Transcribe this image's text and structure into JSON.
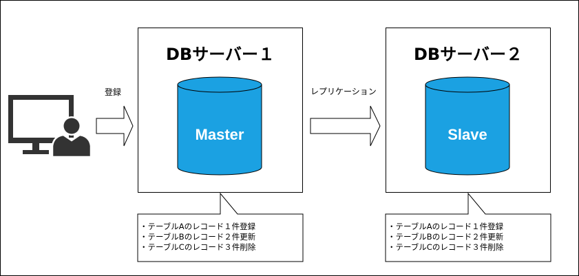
{
  "servers": [
    {
      "title": "DBサーバー１",
      "db_label": "Master"
    },
    {
      "title": "DBサーバー２",
      "db_label": "Slave"
    }
  ],
  "arrows": {
    "register_label": "登録",
    "replication_label": "レプリケーション"
  },
  "notes": [
    {
      "lines": [
        "・テーブルAのレコード１件登録",
        "・テーブルBのレコード２件更新",
        "・テーブルCのレコード３件削除"
      ]
    },
    {
      "lines": [
        "・テーブルAのレコード１件登録",
        "・テーブルBのレコード２件更新",
        "・テーブルCのレコード３件削除"
      ]
    }
  ],
  "colors": {
    "db_fill": "#1ba1e2",
    "db_stroke": "#000000",
    "user_icon": "#333333"
  },
  "icons": [
    "user-computer-icon",
    "arrow-right-icon"
  ]
}
